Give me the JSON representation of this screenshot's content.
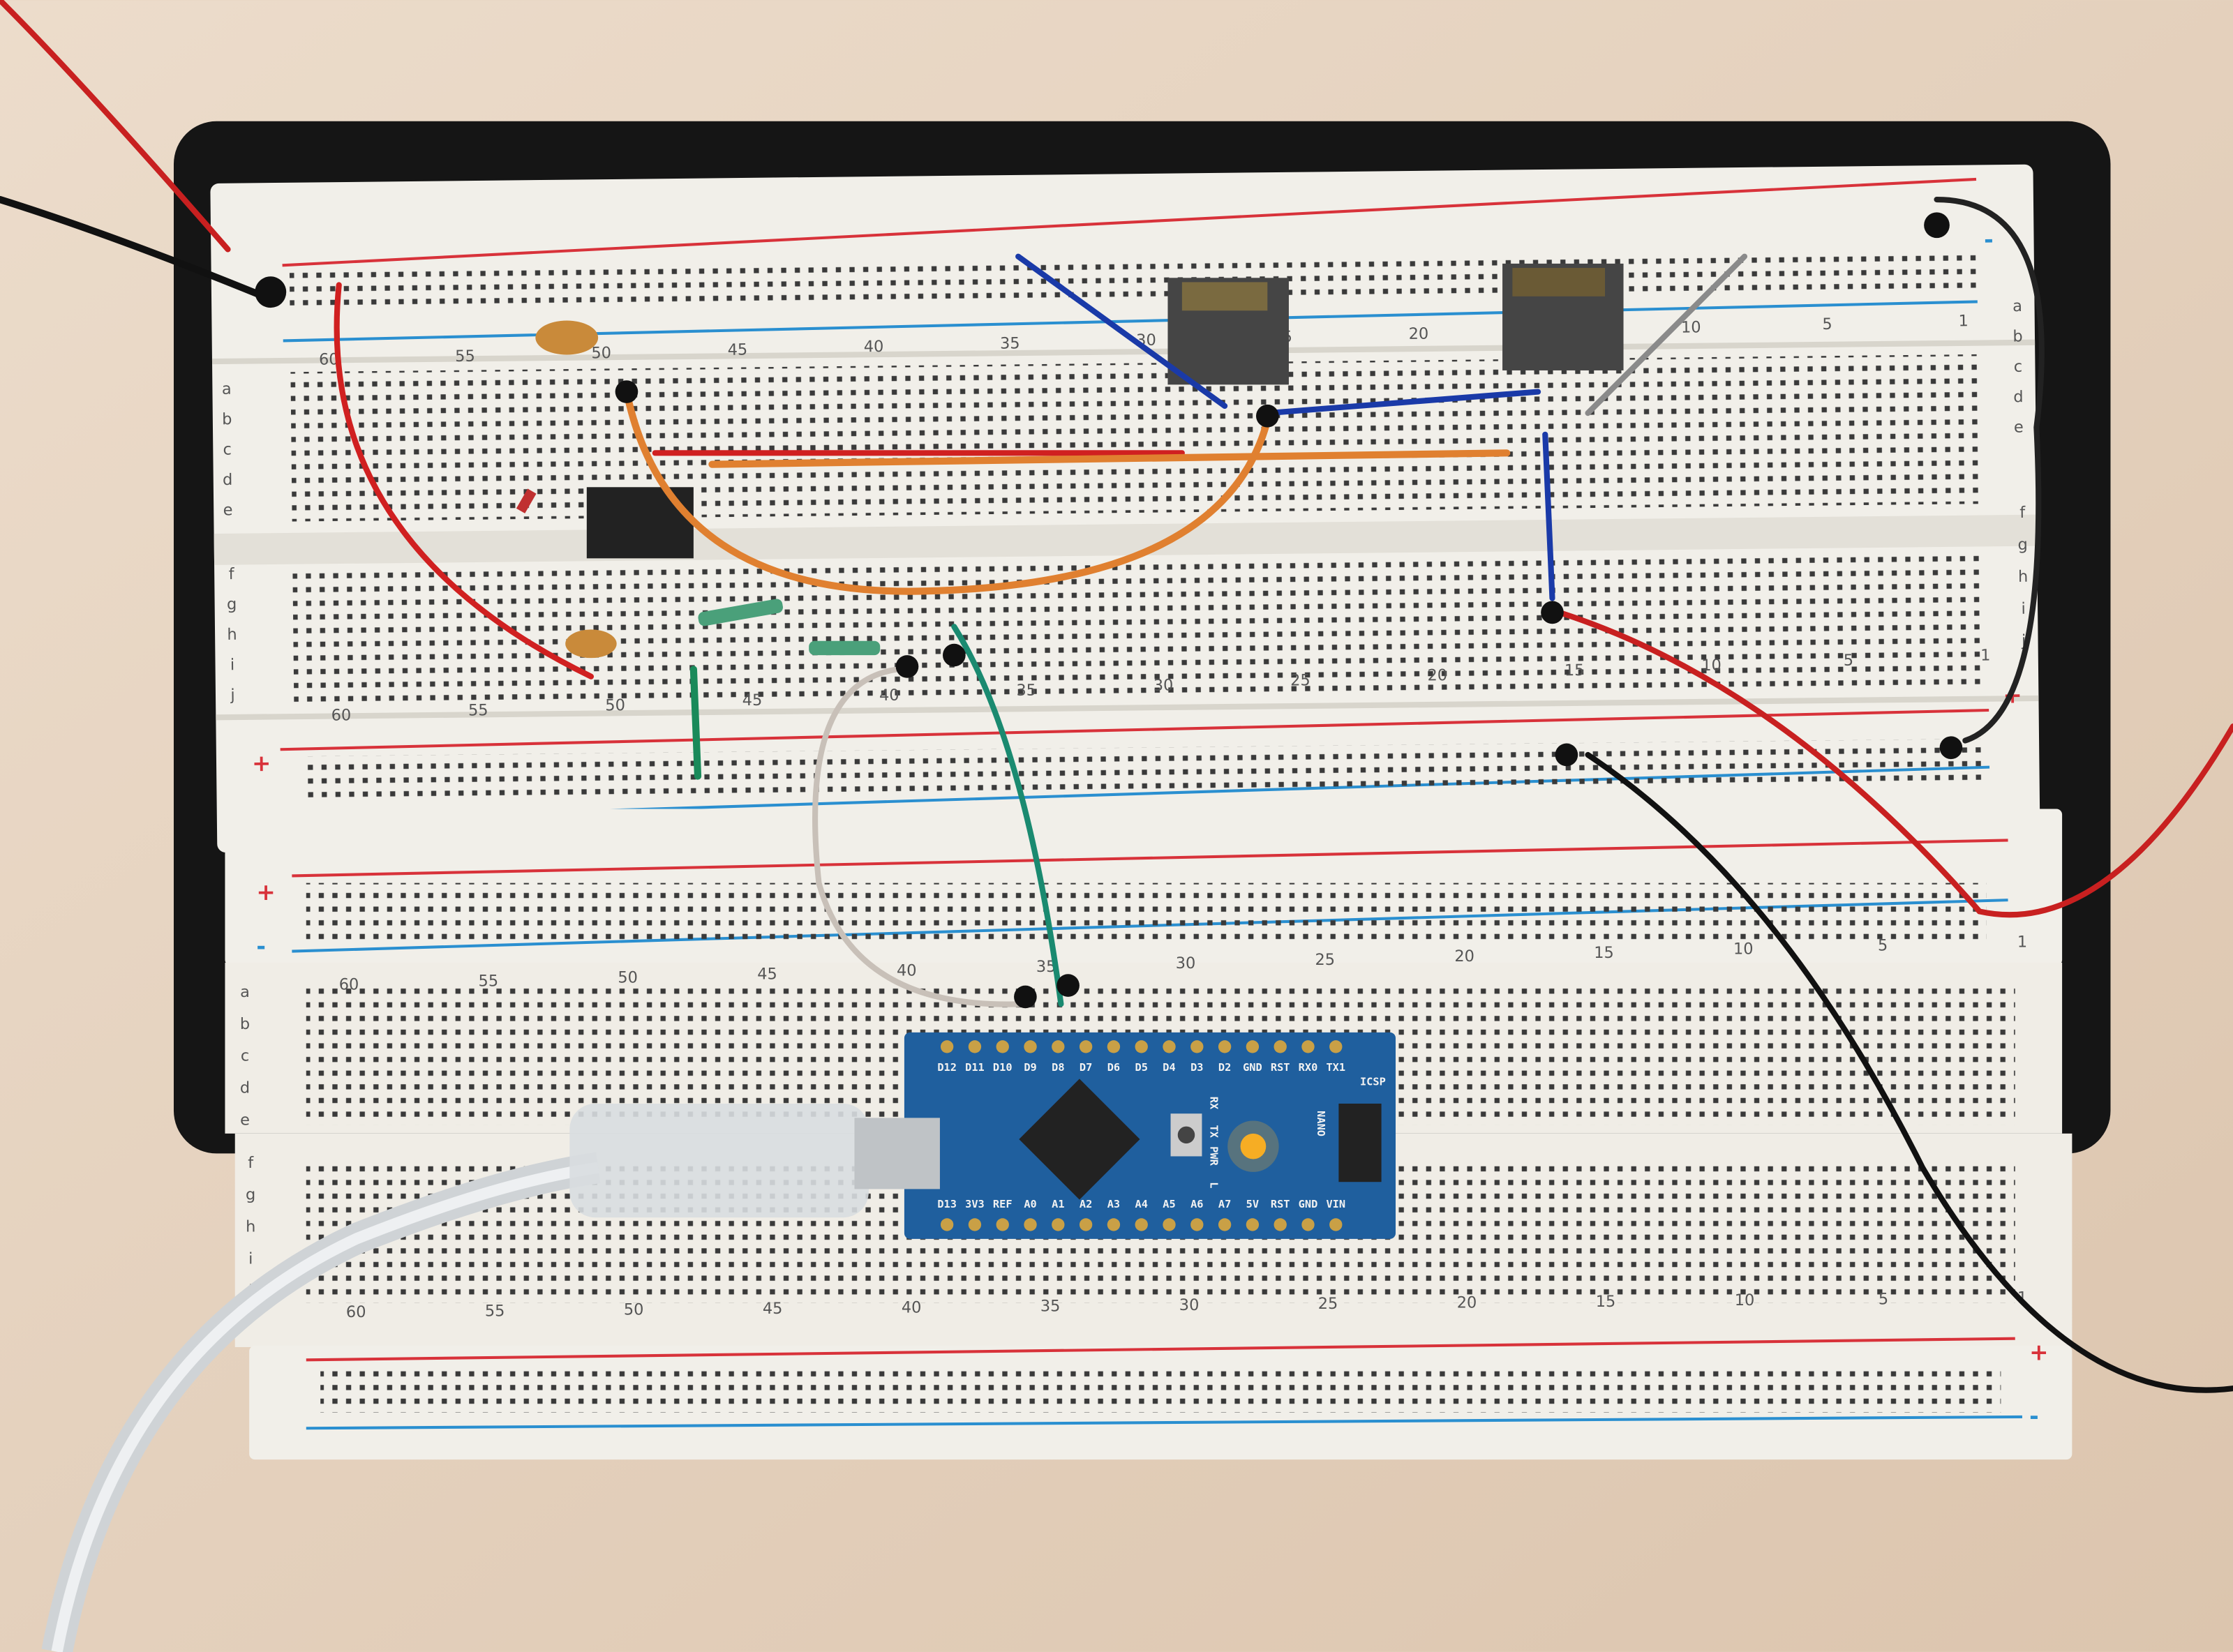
{
  "breadboard": {
    "column_numbers": [
      "60",
      "55",
      "50",
      "45",
      "40",
      "35",
      "30",
      "25",
      "20",
      "15",
      "10",
      "5",
      "1"
    ],
    "rows_top": [
      "a",
      "b",
      "c",
      "d",
      "e"
    ],
    "rows_bottom": [
      "f",
      "g",
      "h",
      "i",
      "j"
    ],
    "rail_plus": "+",
    "rail_minus": "-"
  },
  "arduino": {
    "name": "NANO",
    "icsp": "ICSP",
    "top_pins": [
      "D12",
      "D11",
      "D10",
      "D9",
      "D8",
      "D7",
      "D6",
      "D5",
      "D4",
      "D3",
      "D2",
      "GND",
      "RST",
      "RX0",
      "TX1"
    ],
    "bottom_pins": [
      "D13",
      "3V3",
      "REF",
      "A0",
      "A1",
      "A2",
      "A3",
      "A4",
      "A5",
      "A6",
      "A7",
      "5V",
      "RST",
      "GND",
      "VIN"
    ],
    "led_labels": [
      "RX",
      "TX",
      "PWR",
      "L"
    ],
    "power_led_color": "#ffb020"
  },
  "colors": {
    "desk": "#e6d3bf",
    "plate": "#151515",
    "board": "#f1efe9",
    "rail_red": "#d8323a",
    "rail_blue": "#2a8fd0",
    "pcb": "#1f5f9e"
  }
}
